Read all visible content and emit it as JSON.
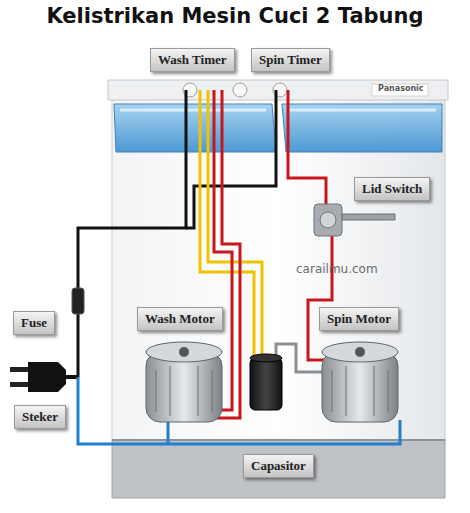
{
  "diagram": {
    "title": "Kelistrikan Mesin Cuci 2 Tabung",
    "nodes": [
      {
        "text": [
          "Wash Timer"
        ]
      },
      {
        "text": [
          "Spin Timer"
        ]
      },
      {
        "text": [
          "Lid Switch"
        ]
      },
      {
        "text": [
          "Fuse"
        ]
      },
      {
        "text": [
          "Wash Motor"
        ]
      },
      {
        "text": [
          "Spin Motor"
        ]
      },
      {
        "text": [
          "Steker"
        ]
      },
      {
        "text": [
          "Capasitor"
        ]
      }
    ],
    "labels": [
      "Panasonic",
      "carailmu.com"
    ]
  }
}
